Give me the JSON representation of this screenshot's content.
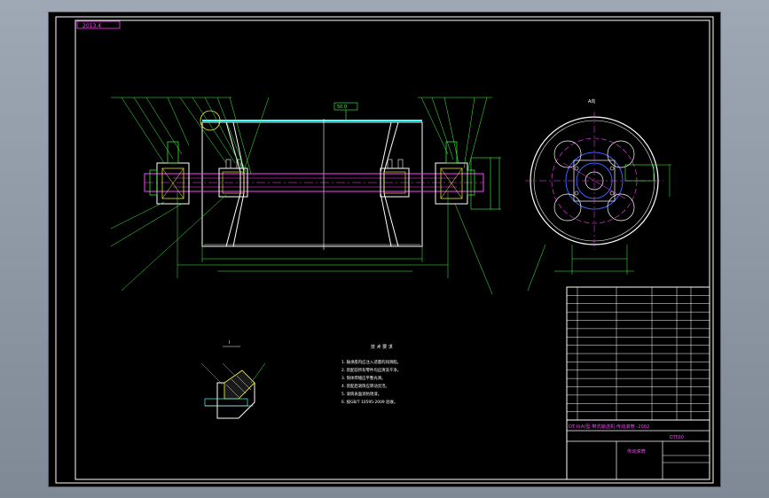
{
  "drawing": {
    "tag_label": "2013.4",
    "callout_label": "50.0",
    "view_label": "A向",
    "section_label": "I",
    "notes": {
      "heading": "技 术 要 求",
      "lines": [
        "1. 轴承座内应注入适量的润滑脂。",
        "2. 装配前所有零件均应清洗干净。",
        "3. 筒体焊缝应平整光滑。",
        "4. 装配后滚筒应转动灵活。",
        "5. 滚筒表面涂防锈漆。",
        "6. 按GB/T 10595-2009 验收。"
      ]
    },
    "title_block": {
      "title": "DT II(A)型 带式输送机 传动滚筒 -2002",
      "part_code": "DT500",
      "drawing_name": "传动滚筒"
    }
  }
}
